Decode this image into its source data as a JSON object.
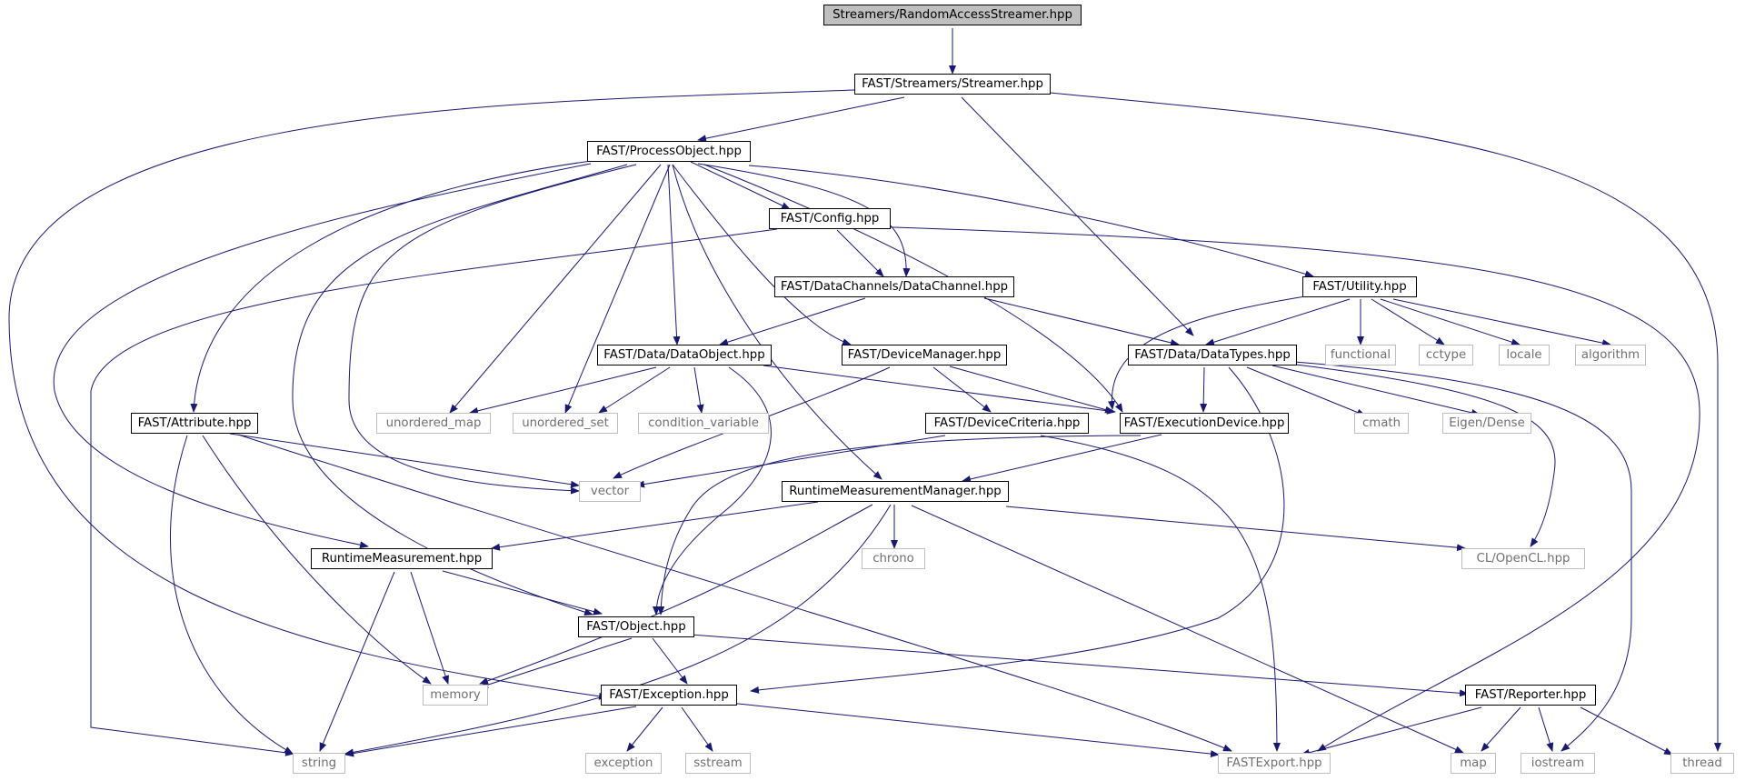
{
  "colors": {
    "edge": "#191970",
    "root_fill": "#bfbfbf",
    "external_border": "#bfbfbf"
  },
  "nodes": {
    "root": "Streamers/RandomAccessStreamer.hpp",
    "streamer": "FAST/Streamers/Streamer.hpp",
    "processobject": "FAST/ProcessObject.hpp",
    "config": "FAST/Config.hpp",
    "datachannel": "FAST/DataChannels/DataChannel.hpp",
    "utility": "FAST/Utility.hpp",
    "dataobject": "FAST/Data/DataObject.hpp",
    "devicemanager": "FAST/DeviceManager.hpp",
    "datatypes": "FAST/Data/DataTypes.hpp",
    "functional": "functional",
    "cctype": "cctype",
    "locale": "locale",
    "algorithm": "algorithm",
    "attribute": "FAST/Attribute.hpp",
    "unordered_map": "unordered_map",
    "unordered_set": "unordered_set",
    "condition_variable": "condition_variable",
    "devicecriteria": "FAST/DeviceCriteria.hpp",
    "executiondevice": "FAST/ExecutionDevice.hpp",
    "cmath": "cmath",
    "eigen": "Eigen/Dense",
    "vector": "vector",
    "rtmm": "RuntimeMeasurementManager.hpp",
    "rtm": "RuntimeMeasurement.hpp",
    "chrono": "chrono",
    "opencl": "CL/OpenCL.hpp",
    "object": "FAST/Object.hpp",
    "memory": "memory",
    "exception_hpp": "FAST/Exception.hpp",
    "reporter": "FAST/Reporter.hpp",
    "string": "string",
    "exception": "exception",
    "sstream": "sstream",
    "fastexport": "FASTExport.hpp",
    "map": "map",
    "iostream": "iostream",
    "thread": "thread"
  }
}
